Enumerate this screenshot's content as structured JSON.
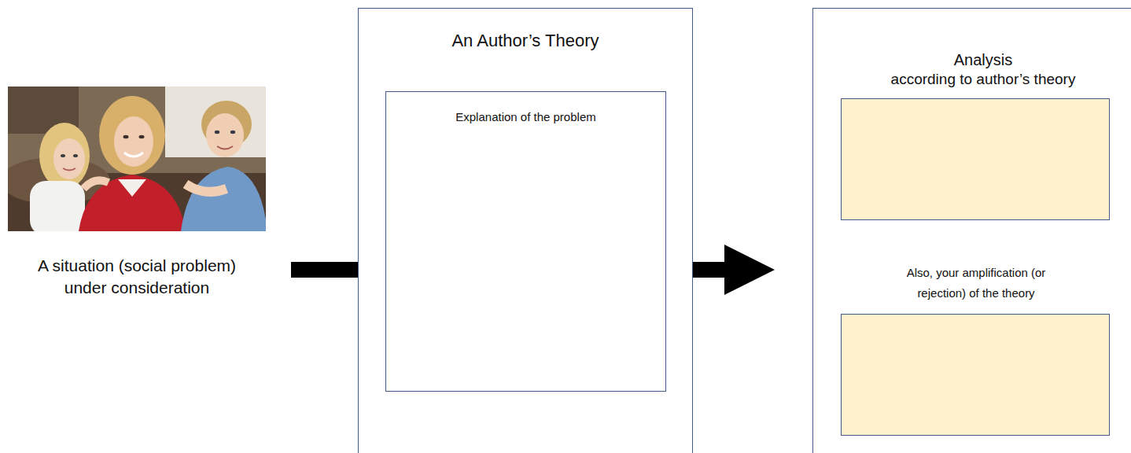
{
  "diagram": {
    "nodes": [
      {
        "text": [
          "A situation (social problem) under consideration"
        ]
      },
      {
        "text": [
          "An Author’s Theory"
        ]
      },
      {
        "text": [
          "Explanation of the problem"
        ],
        "in": 1
      },
      {
        "text": [
          "Analysis",
          "according to author’s theory"
        ]
      },
      {
        "text": [],
        "in": 3
      },
      {
        "text": [
          "Also, your amplification (or rejection) of the theory"
        ],
        "in": 3
      }
    ],
    "edges": [
      {
        "from": 0,
        "to": 1,
        "arrow": "none"
      },
      {
        "from": 1,
        "to": 3,
        "arrow": "to"
      }
    ]
  }
}
